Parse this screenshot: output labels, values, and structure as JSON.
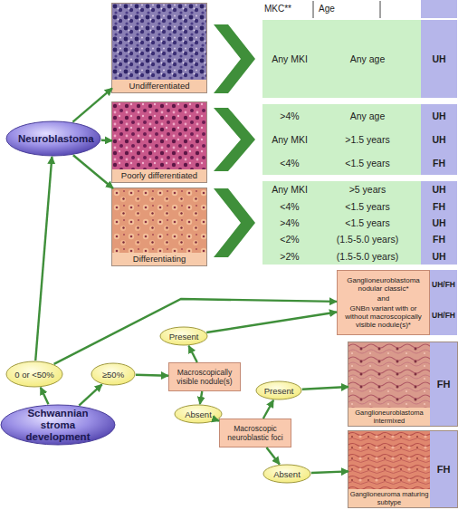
{
  "diagram": {
    "nodes": [
      {
        "text": [
          "Neuroblastoma"
        ]
      },
      {
        "text": [
          "Undifferentiated"
        ]
      },
      {
        "text": [
          "Any MKI",
          "Any age",
          "UH"
        ]
      },
      {
        "text": [
          "Poorly differentiated"
        ]
      },
      {
        "text": [
          ">4%",
          "Any age",
          "UH",
          "Any MKI",
          ">1.5 years",
          "UH",
          "<4%",
          "<1.5 years",
          "FH"
        ]
      },
      {
        "text": [
          "Differentiating"
        ]
      },
      {
        "text": [
          "Any MKI",
          ">5 years",
          "UH",
          "<4%",
          "<1.5 years",
          "FH",
          ">4%",
          "<1.5 years",
          "UH",
          "<2%",
          "(1.5-5.0 years)",
          "FH",
          ">2%",
          "(1.5-5.0 years)",
          "UH"
        ]
      },
      {
        "text": [
          "Ganglioneuroblastoma nodular classic*",
          "and",
          "GNBn variant with or without macroscopically visible nodule(s)*",
          "UH/FH",
          "UH/FH"
        ]
      },
      {
        "text": [
          "Present"
        ]
      },
      {
        "text": [
          "Ganglioneuroblastoma intermixed",
          "FH"
        ]
      },
      {
        "text": [
          "0 or <50%"
        ]
      },
      {
        "text": [
          "≥50%"
        ]
      },
      {
        "text": [
          "Macroscopically visible nodule(s)"
        ]
      },
      {
        "text": [
          "Present"
        ]
      },
      {
        "text": [
          "Schwannian stroma development"
        ]
      },
      {
        "text": [
          "Absent"
        ]
      },
      {
        "text": [
          "Macroscopic neuroblastic foci"
        ]
      },
      {
        "text": [
          "Ganglioneuroma maturing subtype",
          "FH"
        ]
      },
      {
        "text": [
          "Absent"
        ]
      }
    ],
    "edges": [
      {
        "from": 0,
        "to": 1,
        "arrow": "to"
      },
      {
        "from": 0,
        "to": 3,
        "arrow": "to"
      },
      {
        "from": 0,
        "to": 5,
        "arrow": "to"
      },
      {
        "from": 1,
        "to": 2,
        "arrow": "to"
      },
      {
        "from": 3,
        "to": 4,
        "arrow": "to"
      },
      {
        "from": 5,
        "to": 6,
        "arrow": "to"
      },
      {
        "from": 14,
        "to": 10,
        "arrow": "to"
      },
      {
        "from": 14,
        "to": 11,
        "arrow": "to"
      },
      {
        "from": 10,
        "to": 0,
        "arrow": "to"
      },
      {
        "from": 10,
        "to": 7,
        "arrow": "to"
      },
      {
        "from": 11,
        "to": 12,
        "arrow": "to"
      },
      {
        "from": 12,
        "to": 8,
        "arrow": "to"
      },
      {
        "from": 12,
        "to": 15,
        "arrow": "to"
      },
      {
        "from": 8,
        "to": 7,
        "arrow": "to"
      },
      {
        "from": 15,
        "to": 16,
        "arrow": "to"
      },
      {
        "from": 16,
        "to": 13,
        "arrow": "to"
      },
      {
        "from": 16,
        "to": 18,
        "arrow": "to"
      },
      {
        "from": 13,
        "to": 9,
        "arrow": "to"
      },
      {
        "from": 18,
        "to": 17,
        "arrow": "to"
      }
    ],
    "labels": [
      "MKC**",
      "Age"
    ]
  }
}
